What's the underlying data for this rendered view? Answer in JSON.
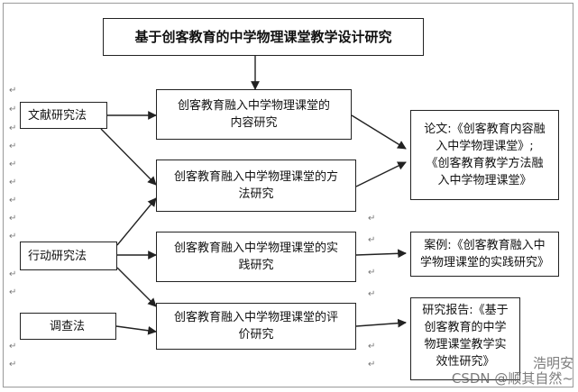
{
  "title": "基于创客教育的中学物理课堂教学设计研究",
  "methods": {
    "literature": "文献研究法",
    "action": "行动研究法",
    "survey": "调查法"
  },
  "studies": {
    "content": [
      "创客教育融入中学物理课堂的",
      "内容研究"
    ],
    "method": [
      "创客教育融入中学物理课堂的方",
      "法研究"
    ],
    "practice": [
      "创客教育融入中学物理课堂的实",
      "践研究"
    ],
    "evaluation": [
      "创客教育融入中学物理课堂的评",
      "价研究"
    ]
  },
  "outputs": {
    "papers": [
      "论文:《创客教育内容融",
      "入中学物理课堂》;",
      "《创客教育教学方法融",
      "入中学物理课堂》"
    ],
    "cases": [
      "案例:《创客教育融入中",
      "学物理课堂的实践研究》"
    ],
    "report": [
      "研究报告:《基于",
      "创客教育的中学",
      "物理课堂教学实",
      "效性研究》"
    ]
  },
  "watermark": [
    "浩明安",
    "CSDN @顺其自然~"
  ],
  "colors": {
    "border": "#222222",
    "arrow": "#222222"
  }
}
